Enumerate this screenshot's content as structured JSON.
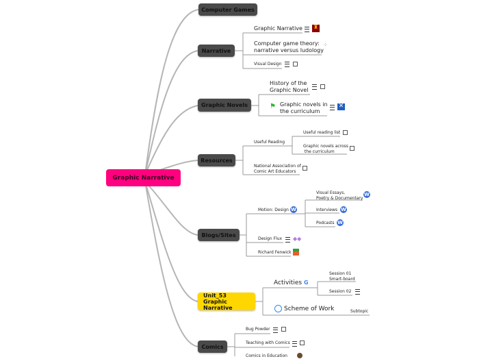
{
  "root": {
    "label": "Graphic Narrative"
  },
  "topics": {
    "computer_games": "Computer Games",
    "narrative": {
      "label": "Narrative",
      "children": [
        "Graphic Narrative",
        "Computer game theory:",
        "narrative versus ludology",
        "Visual Design"
      ]
    },
    "graphic_novels": {
      "label": "Graphic Novels",
      "children": [
        "History of the",
        "Graphic Novel",
        "Graphic novels in",
        "the curriculum"
      ]
    },
    "resources": {
      "label": "Resources",
      "useful_reading": "Useful Reading",
      "useful_reading_list": "Useful reading list",
      "across_1": "Graphic novels across",
      "across_2": " the curriculum",
      "naace_1": "National Association of",
      "naace_2": "Comic Art Educators"
    },
    "blogs": {
      "label": "Blogs/Sites",
      "motion": "Motion: Design",
      "visual_1": "Visual Essays,",
      "visual_2": "Poetry & Documentary",
      "interviews": "Interviews",
      "podcasts": "Podcasts",
      "design_flux": "Design Flux",
      "richard": "Richard Fenwick"
    },
    "unit": {
      "line1": "Unit_53",
      "line2": "Graphic Narrative",
      "activities": "Activities",
      "session1_1": "Session 01",
      "session1_2": "Smart-board",
      "session2": "Session 02",
      "scheme": "Scheme of Work",
      "subtopic": "Subtopic"
    },
    "comics": {
      "label": "Comics",
      "bug": "Bug Powder",
      "teaching": "Teaching with Comics",
      "education": "Comics in Education"
    }
  },
  "colors": {
    "root": "#ff0080",
    "topic": "#4a4a4a",
    "unit": "#ffd700"
  }
}
